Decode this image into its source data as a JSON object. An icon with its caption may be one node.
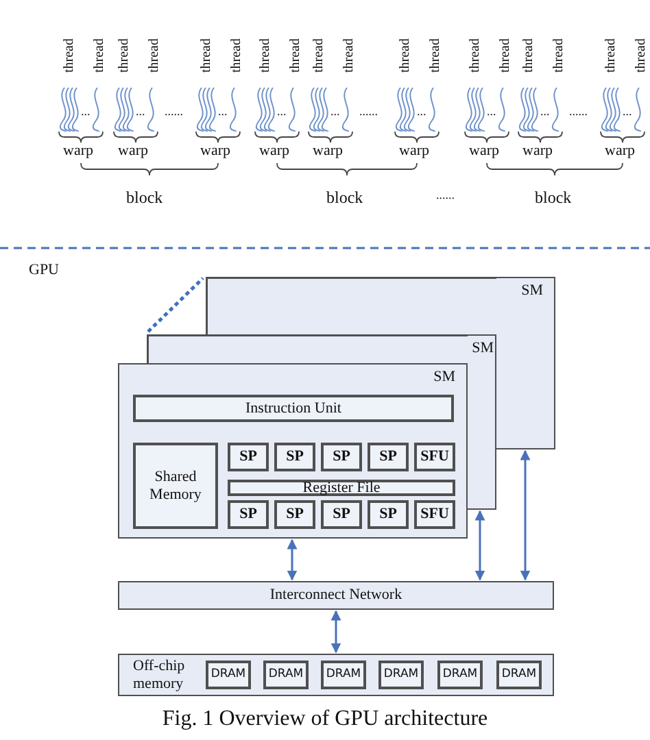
{
  "diagram": {
    "caption": "Fig. 1 Overview of GPU architecture",
    "nodes": [
      {
        "text": [
          "SM"
        ]
      },
      {
        "text": [
          "SM"
        ]
      },
      {
        "text": [
          "SM"
        ]
      },
      {
        "text": [
          "Instruction Unit"
        ],
        "in": 2
      },
      {
        "text": [
          "Shared Memory"
        ],
        "in": 2
      },
      {
        "text": [
          "SP"
        ],
        "in": 2
      },
      {
        "text": [
          "SP"
        ],
        "in": 2
      },
      {
        "text": [
          "SP"
        ],
        "in": 2
      },
      {
        "text": [
          "SP"
        ],
        "in": 2
      },
      {
        "text": [
          "SFU"
        ],
        "in": 2
      },
      {
        "text": [
          "Register File"
        ],
        "in": 2
      },
      {
        "text": [
          "SP"
        ],
        "in": 2
      },
      {
        "text": [
          "SP"
        ],
        "in": 2
      },
      {
        "text": [
          "SP"
        ],
        "in": 2
      },
      {
        "text": [
          "SP"
        ],
        "in": 2
      },
      {
        "text": [
          "SFU"
        ],
        "in": 2
      },
      {
        "text": [
          "Interconnect Network"
        ]
      },
      {
        "text": [
          "Off-chip memory"
        ]
      },
      {
        "text": [
          "DRAM"
        ],
        "in": 17
      },
      {
        "text": [
          "DRAM"
        ],
        "in": 17
      },
      {
        "text": [
          "DRAM"
        ],
        "in": 17
      },
      {
        "text": [
          "DRAM"
        ],
        "in": 17
      },
      {
        "text": [
          "DRAM"
        ],
        "in": 17
      },
      {
        "text": [
          "DRAM"
        ],
        "in": 17
      }
    ],
    "edges": [
      {
        "from": 2,
        "to": 16,
        "arrow": "both"
      },
      {
        "from": 1,
        "to": 16,
        "arrow": "both"
      },
      {
        "from": 0,
        "to": 16,
        "arrow": "both"
      },
      {
        "from": 16,
        "to": 17,
        "arrow": "both"
      }
    ],
    "labels": [
      "thread",
      "thread",
      "thread",
      "thread",
      "thread",
      "thread",
      "thread",
      "thread",
      "thread",
      "thread",
      "thread",
      "thread",
      "thread",
      "thread",
      "thread",
      "thread",
      "thread",
      "thread",
      "...",
      "...",
      "......",
      "...",
      "...",
      "...",
      "......",
      "...",
      "...",
      "...",
      "......",
      "...",
      "warp",
      "warp",
      "warp",
      "warp",
      "warp",
      "warp",
      "warp",
      "warp",
      "warp",
      "block",
      "block",
      "......",
      "block",
      "GPU"
    ]
  }
}
